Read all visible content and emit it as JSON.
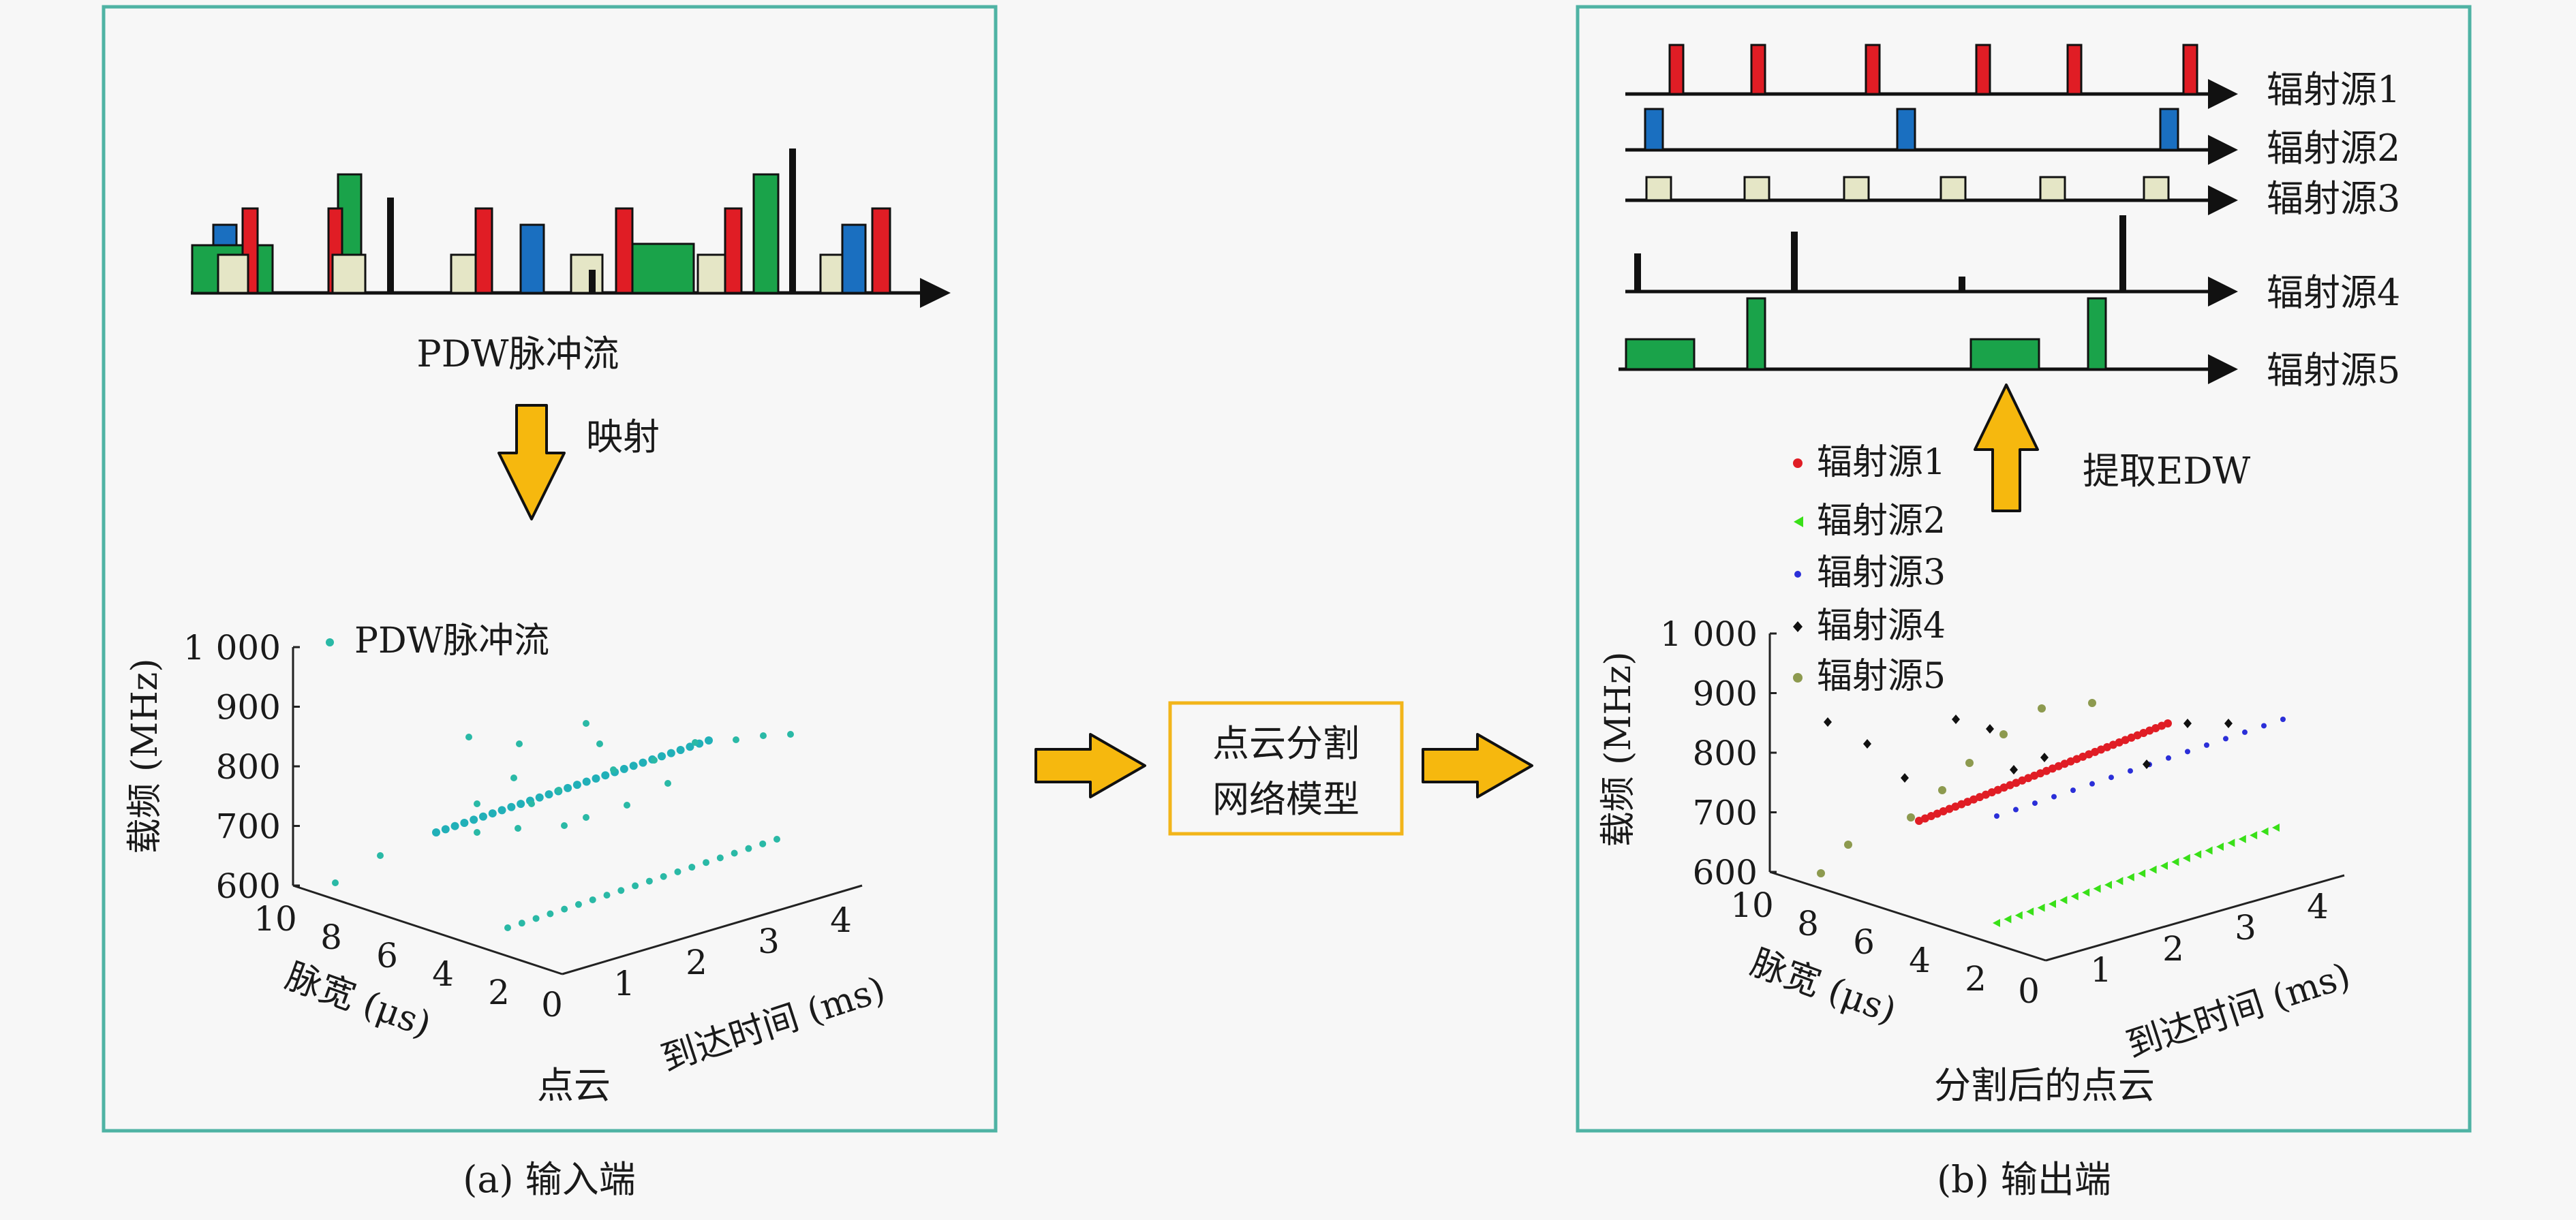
{
  "colors": {
    "frame": "#4fb3a4",
    "red": "#e01d25",
    "blue": "#1a6fc0",
    "green": "#1aa34a",
    "cream": "#e5e6c6",
    "black": "#111111",
    "arrow_fill": "#f6b80e",
    "arrow_stroke": "#111111",
    "box_stroke": "#f2b51a",
    "pc_input": "#2ab9a6",
    "pc_teal": "#21b0b8",
    "pc_red": "#e01d25",
    "pc_green": "#39e018",
    "pc_blue": "#2b2fd8",
    "pc_black": "#111111",
    "pc_olive": "#8d9a4f"
  },
  "left_panel": {
    "pulse_stream_label": "PDW脉冲流",
    "map_label": "映射",
    "legend_label": "PDW脉冲流",
    "point_cloud_label": "点云",
    "caption": "(a) 输入端"
  },
  "middle": {
    "model_line1": "点云分割",
    "model_line2": "网络模型"
  },
  "right_panel": {
    "emitters": [
      "辐射源1",
      "辐射源2",
      "辐射源3",
      "辐射源4",
      "辐射源5"
    ],
    "extract_label": "提取EDW",
    "segmented_label": "分割后的点云",
    "caption": "(b) 输出端"
  },
  "plot_axes": {
    "freq_label": "载频 (MHz)",
    "width_label": "脉宽 (μs)",
    "toa_label": "到达时间 (ms)",
    "freq_ticks": [
      "1 000",
      "900",
      "800",
      "700",
      "600"
    ],
    "width_ticks": [
      "10",
      "8",
      "6",
      "4",
      "2"
    ],
    "toa_ticks": [
      "0",
      "1",
      "2",
      "3",
      "4"
    ]
  }
}
